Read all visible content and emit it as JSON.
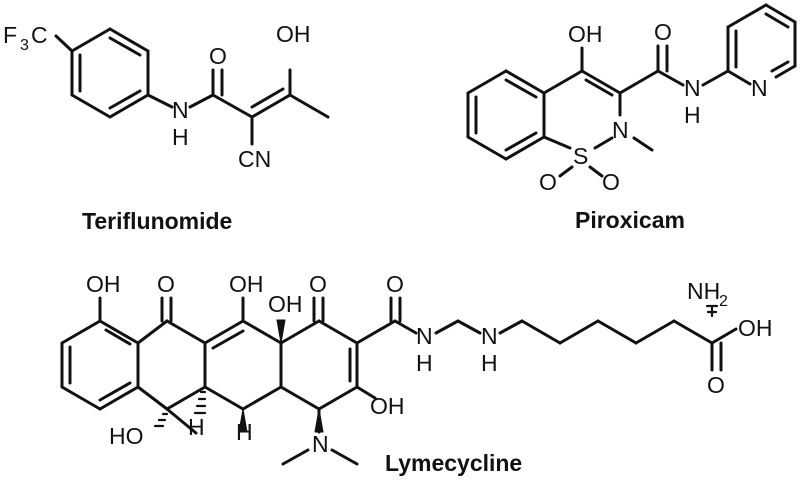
{
  "compounds": [
    {
      "name": "Teriflunomide",
      "labels": {
        "cf3_f": "F",
        "cf3_3": "3",
        "cf3_c": "C",
        "nh_n": "N",
        "nh_h": "H",
        "amide_o": "O",
        "oh": "OH",
        "cn": "CN"
      }
    },
    {
      "name": "Piroxicam",
      "labels": {
        "oh": "OH",
        "amide_o": "O",
        "nh_n": "N",
        "nh_h": "H",
        "pyr_n": "N",
        "ring_n": "N",
        "s": "S",
        "so_o1": "O",
        "so_o2": "O"
      }
    },
    {
      "name": "Lymecycline",
      "labels": {
        "oh1": "OH",
        "ket1": "O",
        "oh2": "OH",
        "oh3": "OH",
        "ket2": "O",
        "amide_o": "O",
        "n1": "N",
        "h1": "H",
        "n2": "N",
        "h2": "H",
        "nh2_n": "NH",
        "nh2_2": "2",
        "acid_oh": "OH",
        "acid_o": "O",
        "oh4": "OH",
        "ho": "HO",
        "h_a": "H",
        "h_b": "H",
        "nme2": "N"
      }
    }
  ]
}
